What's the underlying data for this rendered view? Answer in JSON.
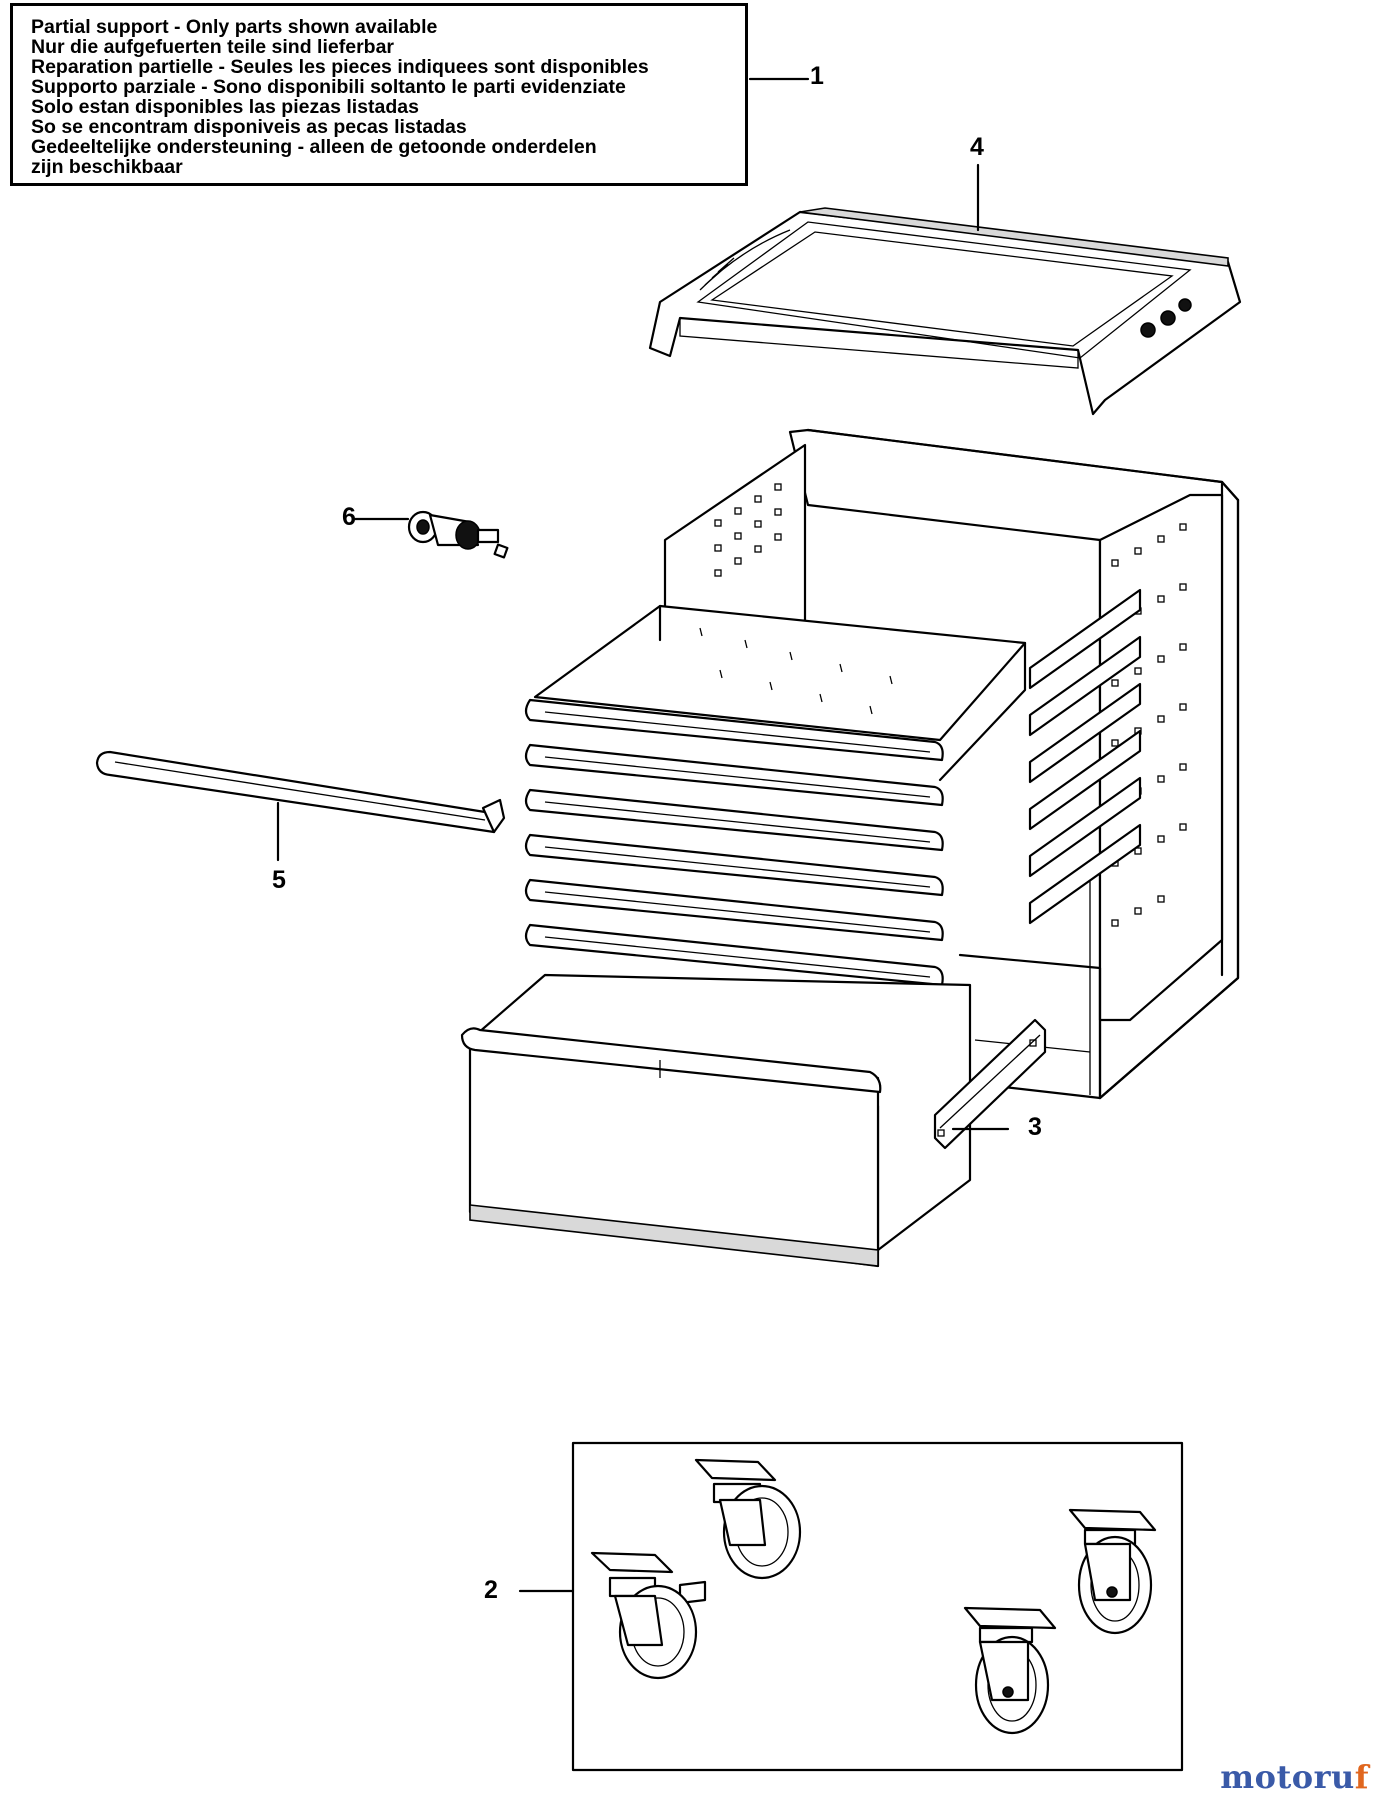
{
  "notice": {
    "lines": [
      "Partial support - Only parts shown available",
      "Nur die aufgefuerten teile sind lieferbar",
      "Reparation partielle - Seules les pieces indiquees sont disponibles",
      "Supporto parziale - Sono disponibili soltanto le parti evidenziate",
      "Solo estan disponibles las piezas listadas",
      "So se encontram disponiveis as pecas listadas",
      "Gedeeltelijke ondersteuning - alleen de getoonde onderdelen",
      "zijn beschikbaar"
    ]
  },
  "callouts": {
    "c1": "1",
    "c2": "2",
    "c3": "3",
    "c4": "4",
    "c5": "5",
    "c6": "6"
  },
  "watermark": {
    "part_a": "motoru",
    "part_b": "f"
  },
  "colors": {
    "line": "#000000",
    "watermark_blue": "#3a5aa8",
    "watermark_orange": "#e0661e"
  }
}
